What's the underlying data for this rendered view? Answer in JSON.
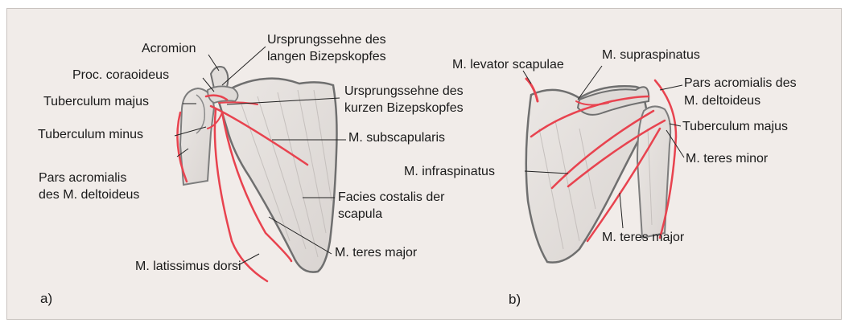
{
  "panel_a": {
    "letter": "a)",
    "labels": {
      "acromion": "Acromion",
      "proc_coracoideus": "Proc. coraoideus",
      "tuberculum_majus": "Tuberculum majus",
      "tuberculum_minus": "Tuberculum minus",
      "pars_acromialis_1": "Pars acromialis",
      "pars_acromialis_2": "des M. deltoideus",
      "ursprung_lang_1": "Ursprungssehne des",
      "ursprung_lang_2": "langen Bizepskopfes",
      "ursprung_kurz_1": "Ursprungssehne des",
      "ursprung_kurz_2": "kurzen Bizepskopfes",
      "subscapularis": "M. subscapularis",
      "facies_1": "Facies costalis der",
      "facies_2": "scapula",
      "teres_major": "M. teres major",
      "latissimus": "M. latissimus dorsi"
    }
  },
  "panel_b": {
    "letter": "b)",
    "labels": {
      "levator": "M. levator scapulae",
      "supraspinatus": "M. supraspinatus",
      "pars_acromialis_1": "Pars acromialis des",
      "pars_acromialis_2": "M. deltoideus",
      "tuberculum_majus": "Tuberculum majus",
      "teres_minor": "M. teres minor",
      "infraspinatus": "M. infraspinatus",
      "teres_major": "M. teres major"
    }
  },
  "colors": {
    "background": "#f1ece9",
    "bone_outline": "#7a7a7a",
    "bone_fill": "#e6e2df",
    "muscle": "#e8434f",
    "leader_line": "#222222"
  }
}
